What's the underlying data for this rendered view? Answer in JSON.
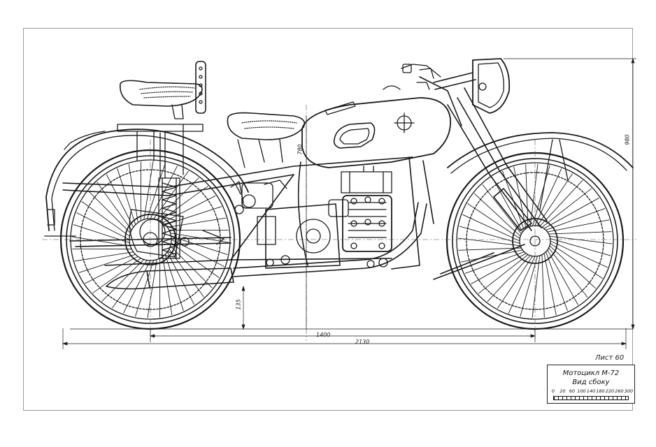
{
  "drawing": {
    "subject_icon": "motorcycle-side-view-icon",
    "line_color": "#1a1a1a",
    "frame_color": "#9a9a9a"
  },
  "dimensions": {
    "wheelbase": "1400",
    "overall_length": "2130",
    "ground_clearance": "135",
    "seat_height": "780",
    "overall_height": "980"
  },
  "sheet_label": "Лист 60",
  "title_block": {
    "title": "Мотоцикл М-72",
    "subtitle": "Вид сбоку",
    "scale_ticks": [
      "0",
      "20",
      "60",
      "100",
      "140",
      "180",
      "220",
      "260",
      "300"
    ]
  }
}
